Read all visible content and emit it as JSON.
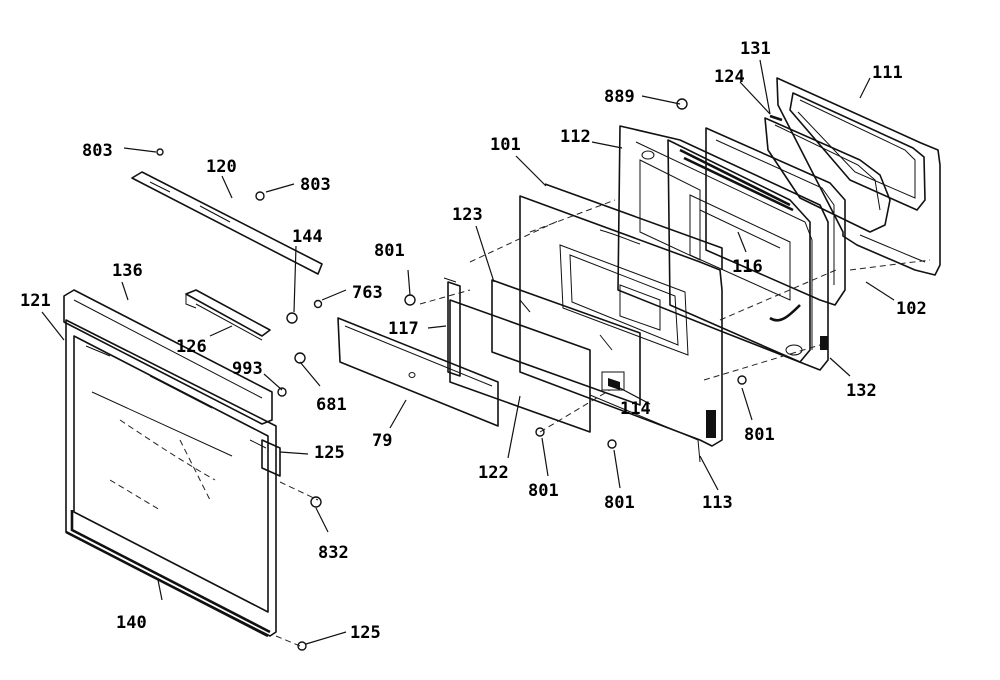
{
  "labels": {
    "l803a": "803",
    "l120": "120",
    "l803b": "803",
    "l144": "144",
    "l136": "136",
    "l121": "121",
    "l126": "126",
    "l763": "763",
    "l993": "993",
    "l801a": "801",
    "l681": "681",
    "l117": "117",
    "l79": "79",
    "l123": "123",
    "l122": "122",
    "l801b": "801",
    "l101": "101",
    "l112": "112",
    "l889": "889",
    "l124": "124",
    "l131": "131",
    "l111": "111",
    "l116": "116",
    "l102": "102",
    "l132": "132",
    "l801c": "801",
    "l114": "114",
    "l801d": "801",
    "l113": "113",
    "l125a": "125",
    "l832": "832",
    "l140": "140",
    "l125b": "125"
  }
}
